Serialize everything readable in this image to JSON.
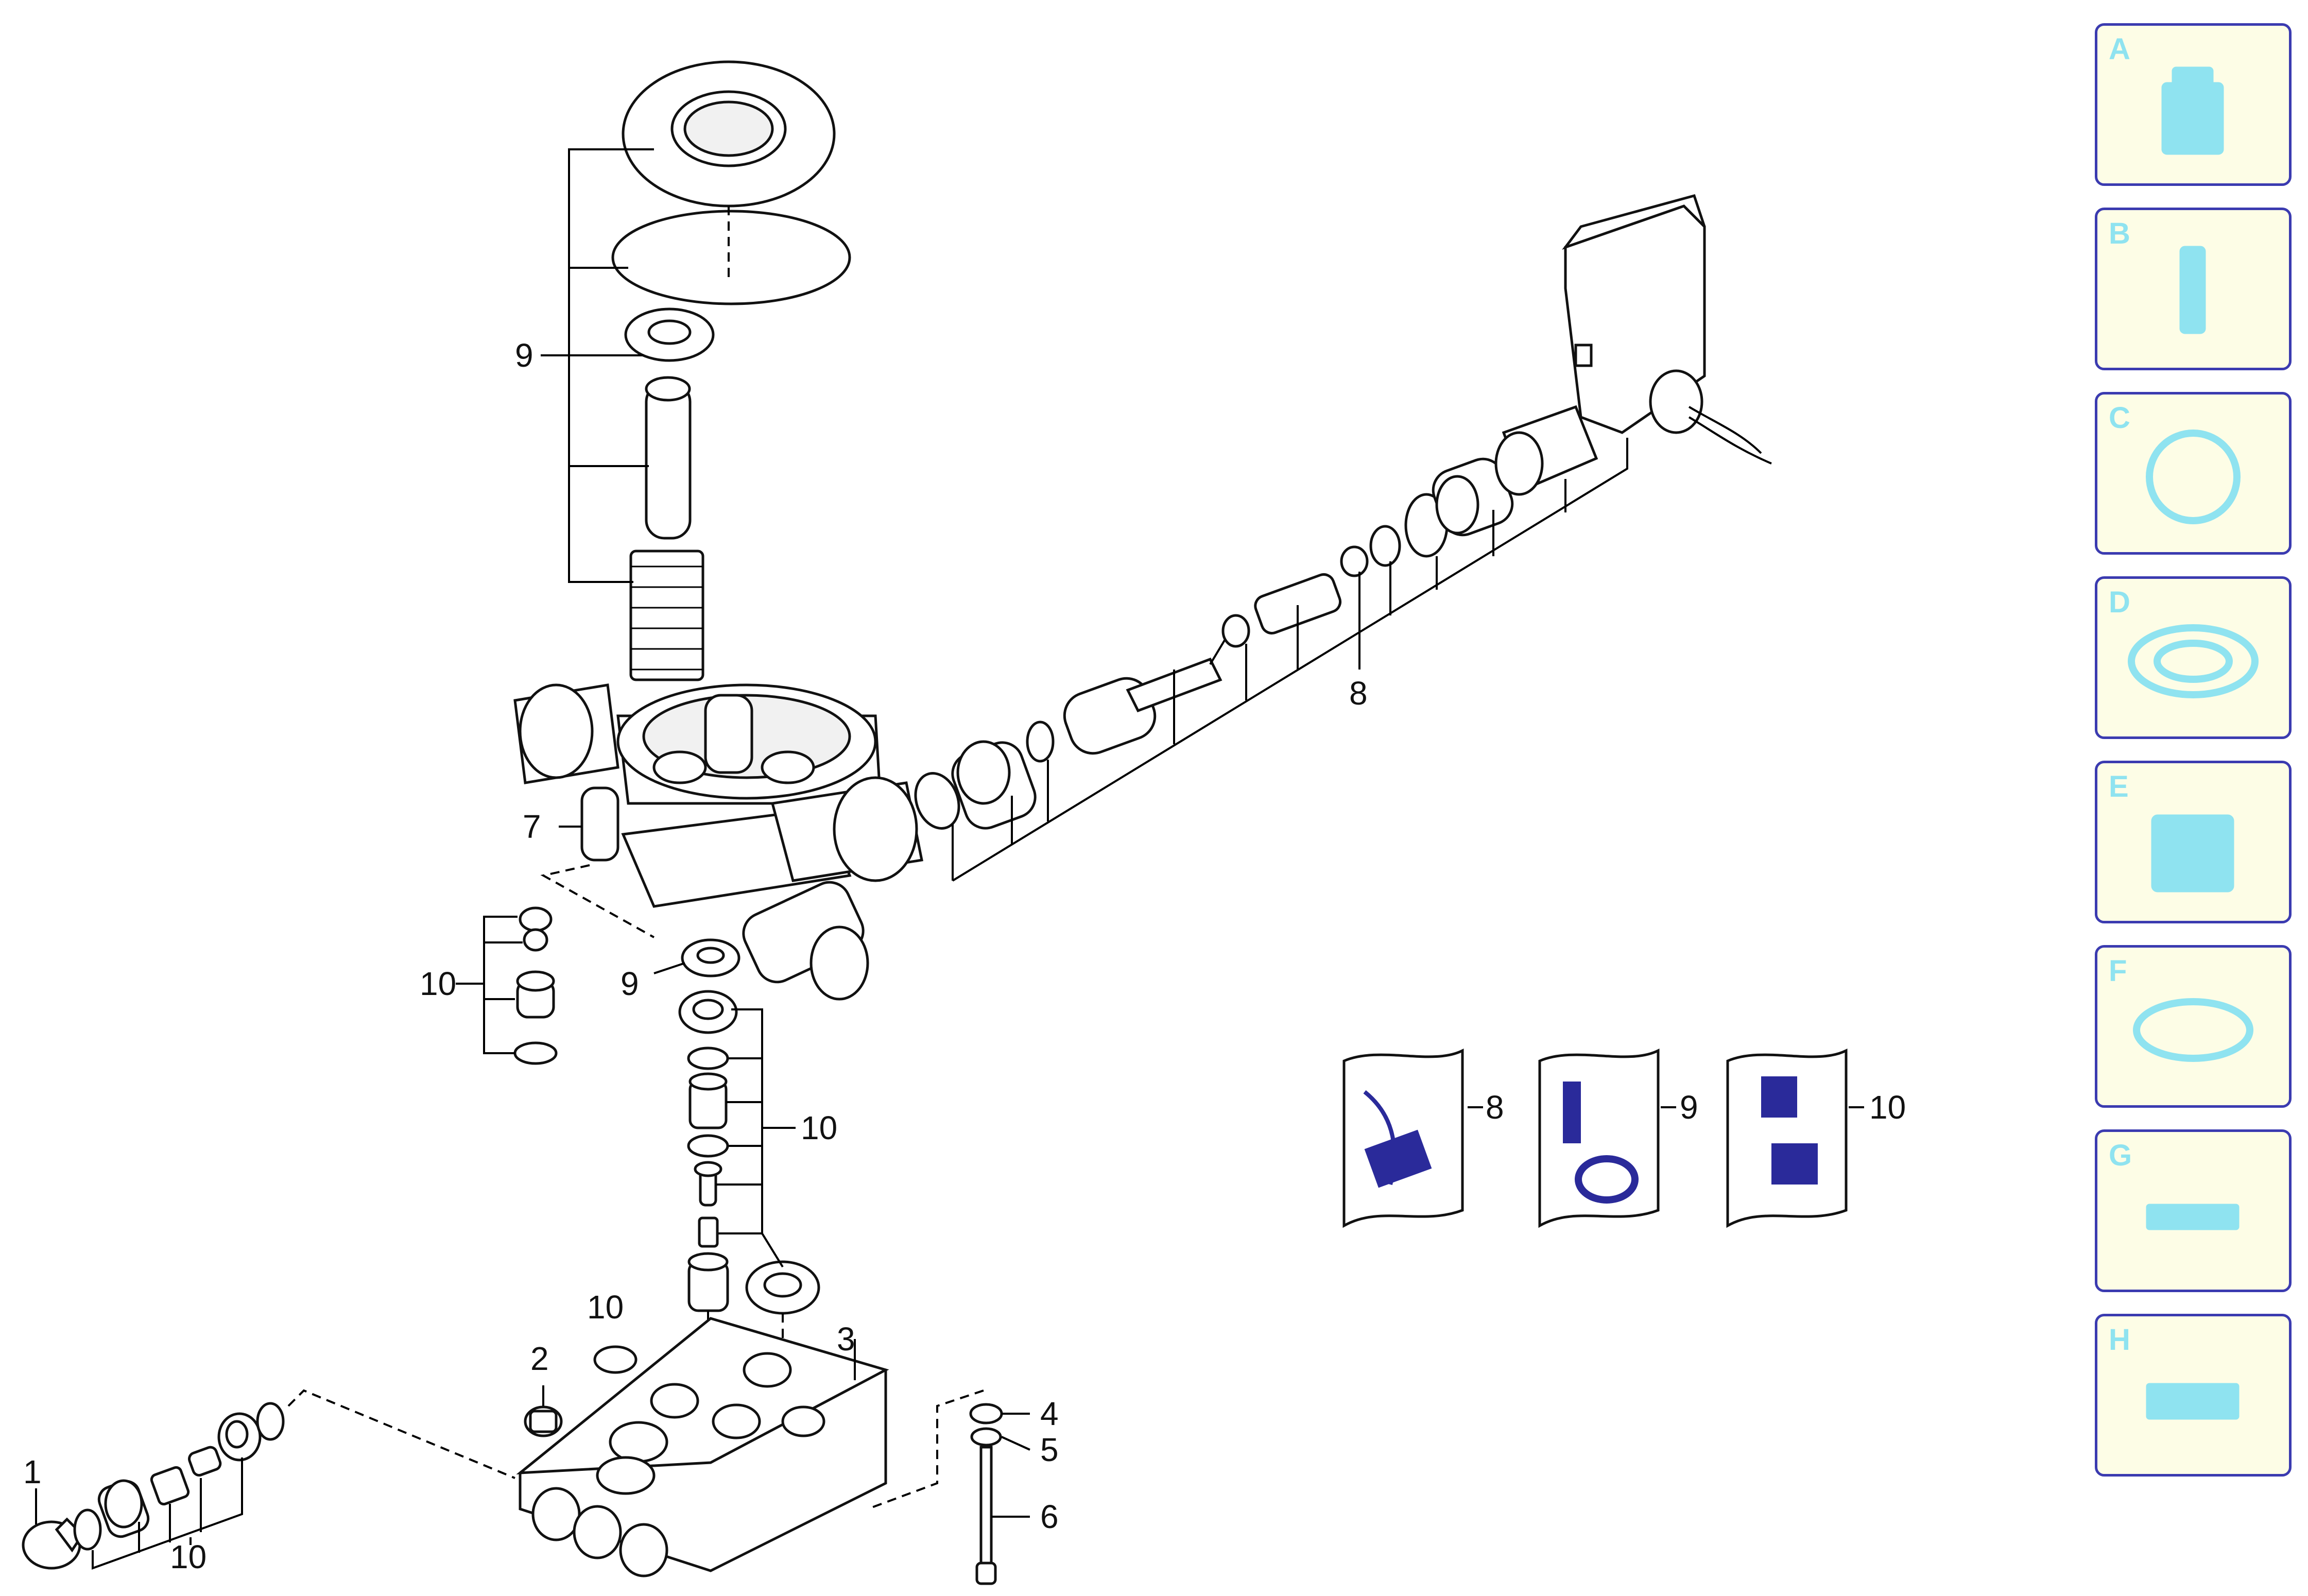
{
  "callouts": {
    "c1": "1",
    "c2": "2",
    "c3": "3",
    "c4": "4",
    "c5": "5",
    "c6": "6",
    "c7": "7",
    "c8": "8",
    "c9_top": "9",
    "c9_mid": "9",
    "c10_left": "10",
    "c10_mid": "10",
    "c10_oring": "10",
    "c10_bottom": "10"
  },
  "kits": [
    {
      "label": "8",
      "icon": "kit-8-bag-icon"
    },
    {
      "label": "9",
      "icon": "kit-9-bag-icon"
    },
    {
      "label": "10",
      "icon": "kit-10-bag-icon"
    }
  ],
  "legend": [
    {
      "letter": "A",
      "icon": "valve-assembly-icon"
    },
    {
      "letter": "B",
      "icon": "piston-pin-icon"
    },
    {
      "letter": "C",
      "icon": "gasket-ring-icon"
    },
    {
      "letter": "D",
      "icon": "seal-ring-icon"
    },
    {
      "letter": "E",
      "icon": "valve-seat-icon"
    },
    {
      "letter": "F",
      "icon": "o-ring-icon"
    },
    {
      "letter": "G",
      "icon": "flat-washer-icon"
    },
    {
      "letter": "H",
      "icon": "retainer-plate-icon"
    }
  ],
  "colors": {
    "legend_bg": "#fdfde6",
    "legend_border": "#3b3bb0",
    "legend_icon": "#8fe3f0",
    "kit_bag_blue": "#2a2a9a"
  }
}
